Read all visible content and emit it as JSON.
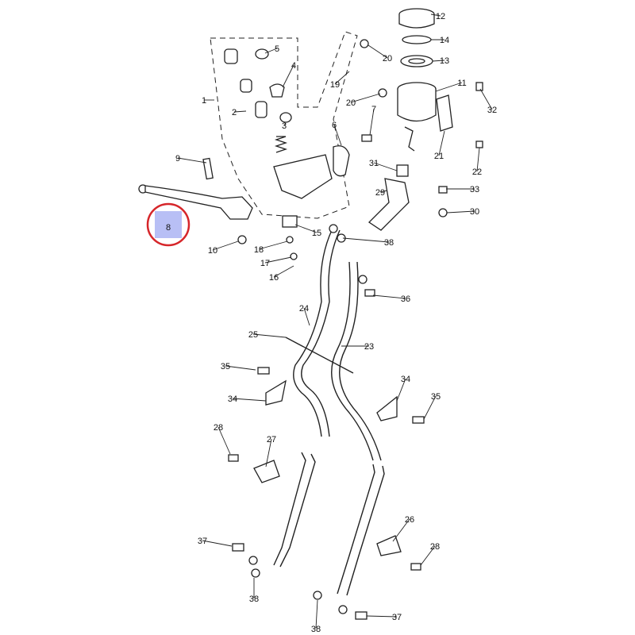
{
  "diagram": {
    "title": "Front brake master cylinder parts diagram",
    "highlight": {
      "label": "8",
      "fill": "#b8bff5",
      "ring": "#d6262a"
    },
    "labels": [
      "12",
      "14",
      "13",
      "11",
      "32",
      "21",
      "22",
      "33",
      "30",
      "5",
      "4",
      "20",
      "19",
      "20",
      "1",
      "2",
      "3",
      "7",
      "6",
      "9",
      "31",
      "29",
      "8",
      "15",
      "38",
      "10",
      "18",
      "17",
      "16",
      "36",
      "24",
      "25",
      "23",
      "35",
      "34",
      "34",
      "35",
      "28",
      "27",
      "26",
      "28",
      "37",
      "38",
      "38",
      "37"
    ]
  }
}
